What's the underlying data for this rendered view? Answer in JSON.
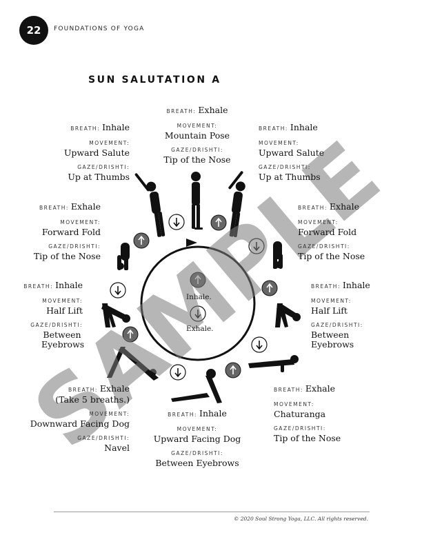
{
  "header": {
    "page_number": "22",
    "running_title": "FOUNDATIONS OF YOGA"
  },
  "title": "SUN SALUTATION A",
  "center": {
    "inhale": "Inhale.",
    "exhale": "Exhale."
  },
  "watermark": "SAMPLE",
  "labels": {
    "breath": "BREATH:",
    "movement": "MOVEMENT:",
    "gaze": "GAZE/DRISHTI:"
  },
  "poses": [
    {
      "breath": "Exhale",
      "movement": "Mountain Pose",
      "gaze": "Tip of the Nose"
    },
    {
      "breath": "Inhale",
      "movement": "Upward Salute",
      "gaze": "Up at Thumbs"
    },
    {
      "breath": "Inhale",
      "movement": "Upward Salute",
      "gaze": "Up at Thumbs"
    },
    {
      "breath": "Exhale",
      "movement": "Forward Fold",
      "gaze": "Tip of the Nose"
    },
    {
      "breath": "Exhale",
      "movement": "Forward Fold",
      "gaze": "Tip of the Nose"
    },
    {
      "breath": "Inhale",
      "movement": "Half Lift",
      "gaze": "Between Eyebrows"
    },
    {
      "breath": "Inhale",
      "movement": "Half Lift",
      "gaze": "Between Eyebrows"
    },
    {
      "breath": "Exhale",
      "breath_note": "(Take 5 breaths.)",
      "movement": "Downward Facing Dog",
      "gaze": "Navel"
    },
    {
      "breath": "Inhale",
      "movement": "Upward Facing Dog",
      "gaze": "Between Eyebrows"
    },
    {
      "breath": "Exhale",
      "movement": "Chaturanga",
      "gaze": "Tip of the Nose"
    }
  ],
  "footer": "© 2020 Soul Strong Yoga, LLC. All rights reserved."
}
